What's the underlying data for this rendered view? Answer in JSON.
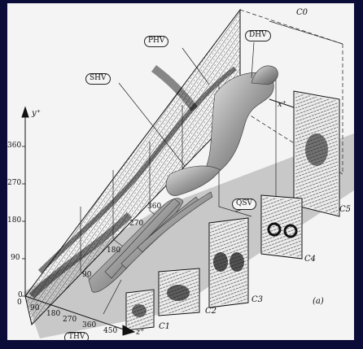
{
  "figure": {
    "panel_label": "(a)",
    "axis_y_label": "y⁺",
    "axis_z_label": "z⁺",
    "axis_x_label": "x⁺",
    "y_ticks": [
      "0",
      "90",
      "180",
      "270",
      "360"
    ],
    "z_ticks": [
      "0",
      "90",
      "180",
      "270",
      "360",
      "450"
    ],
    "inner_ticks": [
      "90",
      "180",
      "270",
      "360"
    ],
    "planes": [
      "C0",
      "C1",
      "C2",
      "C3",
      "C4",
      "C5"
    ],
    "structures": [
      "PHV",
      "DHV",
      "SHV",
      "QSV",
      "THV"
    ]
  }
}
